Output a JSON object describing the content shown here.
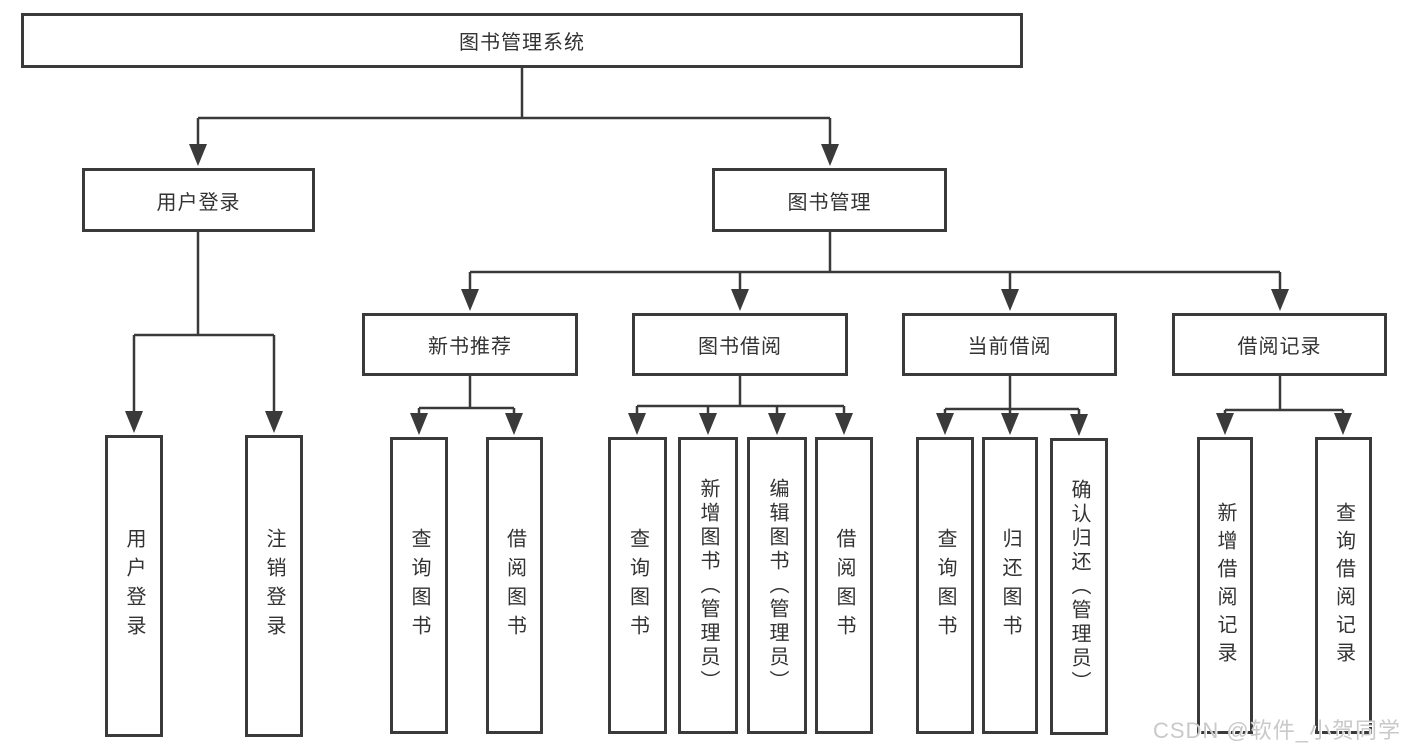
{
  "diagram": {
    "root": "图书管理系统",
    "level2": {
      "user_login": "用户登录",
      "book_management": "图书管理"
    },
    "level3": {
      "new_book_recommend": "新书推荐",
      "book_borrow": "图书借阅",
      "current_borrow": "当前借阅",
      "borrow_records": "借阅记录"
    },
    "leaves": {
      "user_login": "用户登录",
      "logout": "注销登录",
      "recommend_query_books": "查询图书",
      "recommend_borrow_books": "借阅图书",
      "borrow_query_books": "查询图书",
      "borrow_add_books": "新增图书（管理员）",
      "borrow_edit_books": "编辑图书（管理员）",
      "borrow_borrow_books": "借阅图书",
      "current_query_books": "查询图书",
      "current_return_books": "归还图书",
      "current_confirm_return": "确认归还（管理员）",
      "records_add": "新增借阅记录",
      "records_query": "查询借阅记录"
    }
  },
  "watermark": "CSDN @软件_小贺同学"
}
